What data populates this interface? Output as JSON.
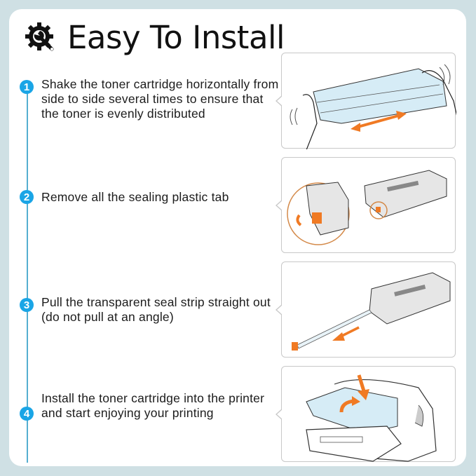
{
  "header": {
    "title": "Easy To Install",
    "icon": "gear-wrench-icon"
  },
  "colors": {
    "background": "#cfe0e4",
    "accent_blue": "#1aa5e6",
    "timeline_line": "#55aed0",
    "arrow_orange": "#f07a24",
    "cartridge_blue": "#d6ecf6"
  },
  "steps": [
    {
      "number": "1",
      "text": "Shake the toner cartridge horizontally from side to side several times to ensure that the toner is evenly distributed",
      "image": "shake-cartridge-illustration"
    },
    {
      "number": "2",
      "text": "Remove all the sealing plastic tab",
      "image": "remove-sealing-tab-illustration"
    },
    {
      "number": "3",
      "text": "Pull the transparent seal strip straight out (do not pull at an angle)",
      "image": "pull-seal-strip-illustration"
    },
    {
      "number": "4",
      "text": "Install the toner cartridge into the printer and start enjoying your printing",
      "image": "install-into-printer-illustration"
    }
  ]
}
